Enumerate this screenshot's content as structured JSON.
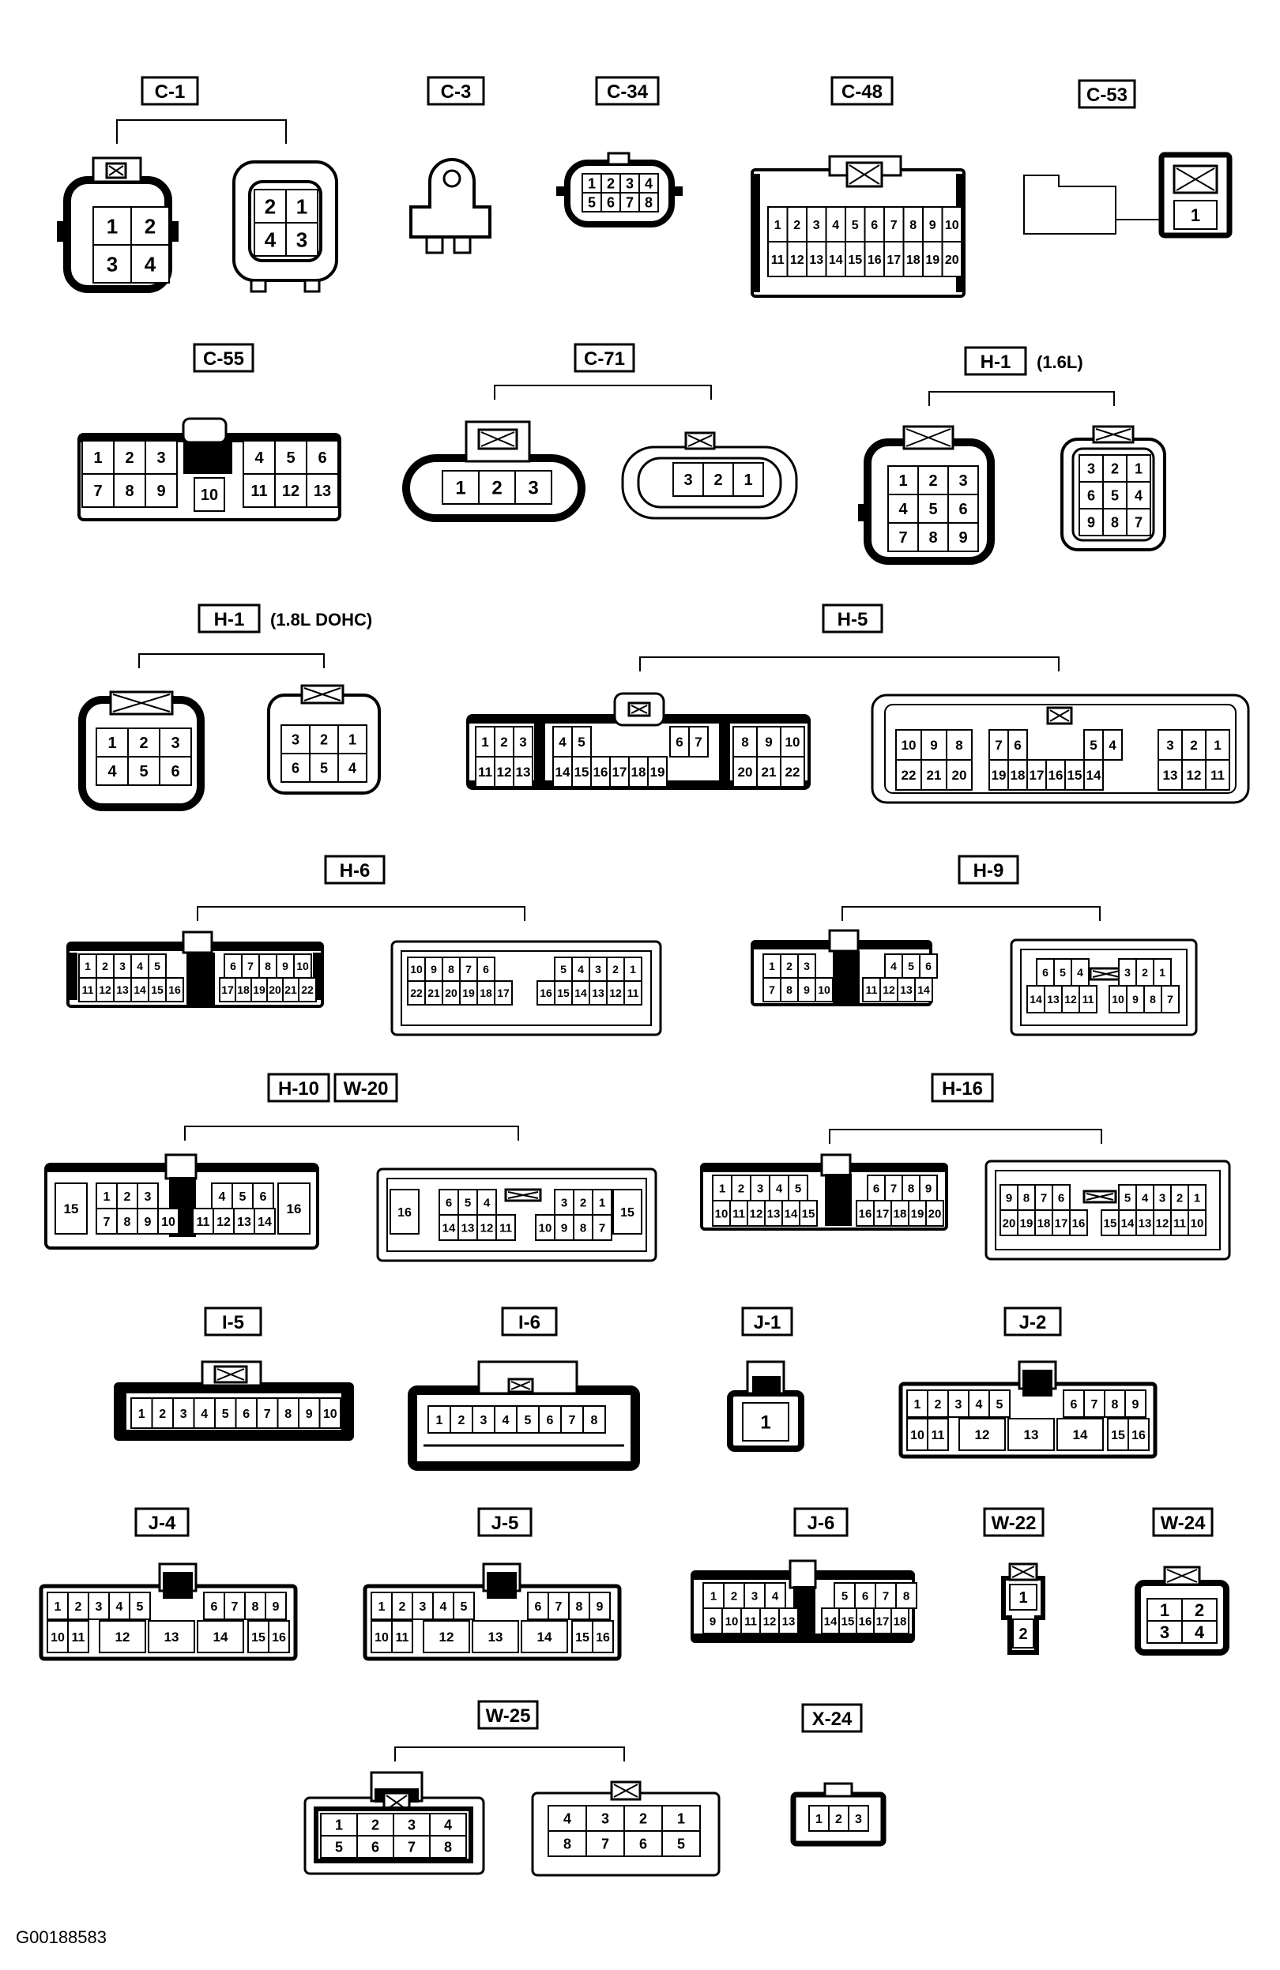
{
  "figure_code": "G00188583",
  "colors": {
    "ink": "#000000",
    "paper": "#ffffff"
  },
  "groups": [
    {
      "id": "c1",
      "labels": [
        "C-1"
      ]
    },
    {
      "id": "c3",
      "labels": [
        "C-3"
      ]
    },
    {
      "id": "c34",
      "labels": [
        "C-34"
      ]
    },
    {
      "id": "c48",
      "labels": [
        "C-48"
      ]
    },
    {
      "id": "c53",
      "labels": [
        "C-53"
      ]
    },
    {
      "id": "c55",
      "labels": [
        "C-55"
      ]
    },
    {
      "id": "c71",
      "labels": [
        "C-71"
      ]
    },
    {
      "id": "h1a",
      "labels": [
        "H-1"
      ],
      "note": "(1.6L)"
    },
    {
      "id": "h1b",
      "labels": [
        "H-1"
      ],
      "note": "(1.8L DOHC)"
    },
    {
      "id": "h5",
      "labels": [
        "H-5"
      ]
    },
    {
      "id": "h6",
      "labels": [
        "H-6"
      ]
    },
    {
      "id": "h9",
      "labels": [
        "H-9"
      ]
    },
    {
      "id": "h10",
      "labels": [
        "H-10",
        "W-20"
      ]
    },
    {
      "id": "h16",
      "labels": [
        "H-16"
      ]
    },
    {
      "id": "i5",
      "labels": [
        "I-5"
      ]
    },
    {
      "id": "i6",
      "labels": [
        "I-6"
      ]
    },
    {
      "id": "j1",
      "labels": [
        "J-1"
      ]
    },
    {
      "id": "j2",
      "labels": [
        "J-2"
      ]
    },
    {
      "id": "j4",
      "labels": [
        "J-4"
      ]
    },
    {
      "id": "j5",
      "labels": [
        "J-5"
      ]
    },
    {
      "id": "j6",
      "labels": [
        "J-6"
      ]
    },
    {
      "id": "w22",
      "labels": [
        "W-22"
      ]
    },
    {
      "id": "w24",
      "labels": [
        "W-24"
      ]
    },
    {
      "id": "w25",
      "labels": [
        "W-25"
      ]
    },
    {
      "id": "x24",
      "labels": [
        "X-24"
      ]
    }
  ],
  "pins": {
    "c1_male": [
      [
        "1",
        "2"
      ],
      [
        "3",
        "4"
      ]
    ],
    "c1_female": [
      [
        "2",
        "1"
      ],
      [
        "4",
        "3"
      ]
    ],
    "c34": [
      [
        "1",
        "2",
        "3",
        "4"
      ],
      [
        "5",
        "6",
        "7",
        "8"
      ]
    ],
    "c48": [
      [
        "1",
        "2",
        "3",
        "4",
        "5",
        "6",
        "7",
        "8",
        "9",
        "10"
      ],
      [
        "11",
        "12",
        "13",
        "14",
        "15",
        "16",
        "17",
        "18",
        "19",
        "20"
      ]
    ],
    "c53": [
      [
        "1"
      ]
    ],
    "c55_left": [
      [
        "1",
        "2",
        "3"
      ],
      [
        "7",
        "8",
        "9"
      ]
    ],
    "c55_mid": [
      [
        "10"
      ]
    ],
    "c55_right": [
      [
        "4",
        "5",
        "6"
      ],
      [
        "11",
        "12",
        "13"
      ]
    ],
    "c71_male": [
      [
        "1",
        "2",
        "3"
      ]
    ],
    "c71_female": [
      [
        "3",
        "2",
        "1"
      ]
    ],
    "h1a_male": [
      [
        "1",
        "2",
        "3"
      ],
      [
        "4",
        "5",
        "6"
      ],
      [
        "7",
        "8",
        "9"
      ]
    ],
    "h1a_female": [
      [
        "3",
        "2",
        "1"
      ],
      [
        "6",
        "5",
        "4"
      ],
      [
        "9",
        "8",
        "7"
      ]
    ],
    "h1b_male": [
      [
        "1",
        "2",
        "3"
      ],
      [
        "4",
        "5",
        "6"
      ]
    ],
    "h1b_female": [
      [
        "3",
        "2",
        "1"
      ],
      [
        "6",
        "5",
        "4"
      ]
    ],
    "h5_m1": [
      [
        "1",
        "2",
        "3"
      ],
      [
        "11",
        "12",
        "13"
      ]
    ],
    "h5_m2": [
      [
        "4",
        "5",
        "",
        "6",
        "7"
      ],
      [
        "14",
        "15",
        "16",
        "17",
        "18",
        "19"
      ]
    ],
    "h5_m3": [
      [
        "8",
        "9",
        "10"
      ],
      [
        "20",
        "21",
        "22"
      ]
    ],
    "h5_f1": [
      [
        "10",
        "9",
        "8"
      ],
      [
        "22",
        "21",
        "20"
      ]
    ],
    "h5_f2": [
      [
        "7",
        "6",
        "",
        "5",
        "4"
      ],
      [
        "19",
        "18",
        "17",
        "16",
        "15",
        "14"
      ]
    ],
    "h5_f3": [
      [
        "3",
        "2",
        "1"
      ],
      [
        "13",
        "12",
        "11"
      ]
    ],
    "h6_m1": [
      [
        "1",
        "2",
        "3",
        "4",
        "5"
      ],
      [
        "11",
        "12",
        "13",
        "14",
        "15",
        "16"
      ]
    ],
    "h6_m2": [
      [
        "6",
        "7",
        "8",
        "9",
        "10"
      ],
      [
        "17",
        "18",
        "19",
        "20",
        "21",
        "22"
      ]
    ],
    "h6_f1": [
      [
        "10",
        "9",
        "8",
        "7",
        "6"
      ],
      [
        "22",
        "21",
        "20",
        "19",
        "18",
        "17"
      ]
    ],
    "h6_f2": [
      [
        "5",
        "4",
        "3",
        "2",
        "1"
      ],
      [
        "16",
        "15",
        "14",
        "13",
        "12",
        "11"
      ]
    ],
    "h9_m1": [
      [
        "1",
        "2",
        "3"
      ],
      [
        "7",
        "8",
        "9",
        "10"
      ]
    ],
    "h9_m2": [
      [
        "4",
        "5",
        "6"
      ],
      [
        "11",
        "12",
        "13",
        "14"
      ]
    ],
    "h9_f1": [
      [
        "6",
        "5",
        "4"
      ],
      [
        "14",
        "13",
        "12",
        "11"
      ]
    ],
    "h9_f2": [
      [
        "3",
        "2",
        "1"
      ],
      [
        "10",
        "9",
        "8",
        "7"
      ]
    ],
    "h10_m_side": [
      [
        "15"
      ],
      [
        "16"
      ]
    ],
    "h10_m1": [
      [
        "1",
        "2",
        "3"
      ],
      [
        "7",
        "8",
        "9",
        "10"
      ]
    ],
    "h10_m2": [
      [
        "4",
        "5",
        "6"
      ],
      [
        "11",
        "12",
        "13",
        "14"
      ]
    ],
    "h10_f_side": [
      [
        "16"
      ],
      [
        "15"
      ]
    ],
    "h10_f1": [
      [
        "6",
        "5",
        "4"
      ],
      [
        "14",
        "13",
        "12",
        "11"
      ]
    ],
    "h10_f2": [
      [
        "3",
        "2",
        "1"
      ],
      [
        "10",
        "9",
        "8",
        "7"
      ]
    ],
    "h16_m1": [
      [
        "1",
        "2",
        "3",
        "4",
        "5"
      ],
      [
        "10",
        "11",
        "12",
        "13",
        "14",
        "15"
      ]
    ],
    "h16_m2": [
      [
        "6",
        "7",
        "8",
        "9"
      ],
      [
        "16",
        "17",
        "18",
        "19",
        "20"
      ]
    ],
    "h16_f1": [
      [
        "9",
        "8",
        "7",
        "6"
      ],
      [
        "20",
        "19",
        "18",
        "17",
        "16"
      ]
    ],
    "h16_f2": [
      [
        "5",
        "4",
        "3",
        "2",
        "1"
      ],
      [
        "15",
        "14",
        "13",
        "12",
        "11",
        "10"
      ]
    ],
    "i5": [
      [
        "1",
        "2",
        "3",
        "4",
        "5",
        "6",
        "7",
        "8",
        "9",
        "10"
      ]
    ],
    "i6": [
      [
        "1",
        "2",
        "3",
        "4",
        "5",
        "6",
        "7",
        "8"
      ]
    ],
    "j1": [
      [
        "1"
      ]
    ],
    "j_top_l": [
      [
        "1",
        "2",
        "3",
        "4",
        "5"
      ]
    ],
    "j_top_r": [
      [
        "6",
        "7",
        "8",
        "9"
      ]
    ],
    "j_bot": [
      [
        "10",
        "11"
      ],
      [
        "12"
      ],
      [
        "13"
      ],
      [
        "14"
      ],
      [
        "15",
        "16"
      ]
    ],
    "j6_m1": [
      [
        "1",
        "2",
        "3",
        "4"
      ],
      [
        "9",
        "10",
        "11",
        "12",
        "13"
      ]
    ],
    "j6_m2": [
      [
        "5",
        "6",
        "7",
        "8"
      ],
      [
        "14",
        "15",
        "16",
        "17",
        "18"
      ]
    ],
    "w22": [
      [
        "1"
      ],
      [
        "2"
      ]
    ],
    "w24": [
      [
        "1",
        "2"
      ],
      [
        "3",
        "4"
      ]
    ],
    "w25_male": [
      [
        "1",
        "2",
        "3",
        "4"
      ],
      [
        "5",
        "6",
        "7",
        "8"
      ]
    ],
    "w25_female": [
      [
        "4",
        "3",
        "2",
        "1"
      ],
      [
        "8",
        "7",
        "6",
        "5"
      ]
    ],
    "x24": [
      [
        "1",
        "2",
        "3"
      ]
    ]
  }
}
